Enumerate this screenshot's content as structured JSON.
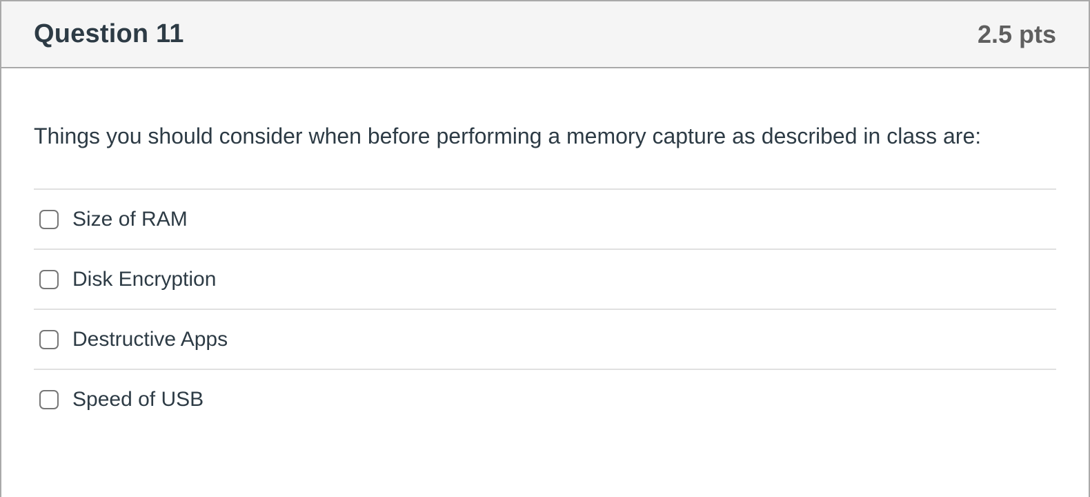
{
  "header": {
    "title": "Question 11",
    "points": "2.5 pts"
  },
  "question": {
    "text": "Things you should consider when before performing a memory capture as described in class are:"
  },
  "answers": [
    {
      "label": "Size of RAM",
      "checked": false
    },
    {
      "label": "Disk Encryption",
      "checked": false
    },
    {
      "label": "Destructive Apps",
      "checked": false
    },
    {
      "label": "Speed of USB",
      "checked": false
    }
  ],
  "colors": {
    "text": "#2D3B45",
    "points_text": "#5F5F5F",
    "header_bg": "#F5F5F5",
    "card_border": "#A9A9A9",
    "divider": "#E0E0E0",
    "checkbox_border": "#767676"
  }
}
